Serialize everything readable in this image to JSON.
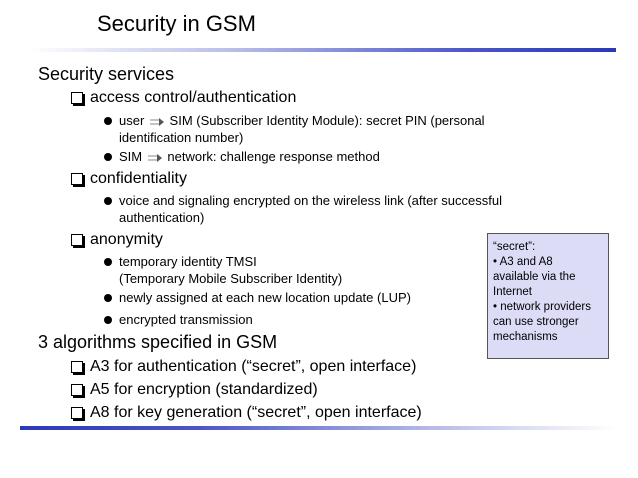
{
  "slide": {
    "title": "Security in GSM",
    "sections": [
      {
        "heading": "Security services",
        "items": [
          {
            "label": "access control/authentication",
            "subitems": [
              {
                "pre": "user",
                "post": "SIM (Subscriber Identity Module): secret PIN (personal",
                "cont": "identification number)"
              },
              {
                "pre": "SIM",
                "post": "network: challenge response method"
              }
            ]
          },
          {
            "label": "confidentiality",
            "subitems": [
              {
                "text": "voice and signaling encrypted on the wireless link (after successful",
                "cont": "authentication)"
              }
            ]
          },
          {
            "label": "anonymity",
            "subitems": [
              {
                "text": "temporary identity TMSI",
                "cont": "(Temporary Mobile Subscriber Identity)"
              },
              {
                "text": "newly assigned at each new location update (LUP)"
              },
              {
                "text": "encrypted transmission"
              }
            ]
          }
        ]
      },
      {
        "heading": "3 algorithms specified in GSM",
        "items": [
          {
            "label": "A3 for authentication (“secret”, open interface)"
          },
          {
            "label": "A5 for encryption (standardized)"
          },
          {
            "label": "A8 for key generation (“secret”, open interface)"
          }
        ]
      }
    ],
    "note": {
      "lines": [
        "“secret”:",
        "• A3 and A8",
        "available via the",
        "Internet",
        "• network providers",
        "can use stronger",
        "mechanisms"
      ]
    },
    "colors": {
      "accent_bar": "#2c38b8",
      "note_background": "#dcdcf6"
    }
  }
}
